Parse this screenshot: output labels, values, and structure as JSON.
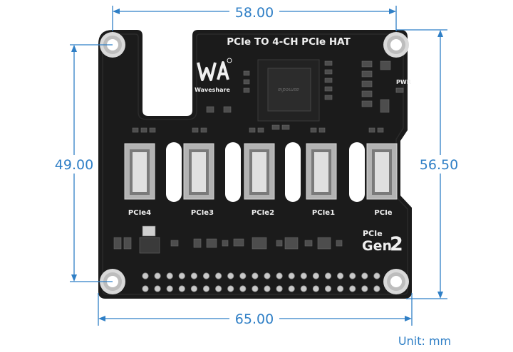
{
  "dimensions": {
    "top_width": "58.00",
    "bottom_width": "65.00",
    "left_height": "49.00",
    "right_height": "56.50",
    "unit_note": "Unit: mm"
  },
  "board": {
    "title": "PCIe TO 4-CH PCIe HAT",
    "brand": "Waveshare",
    "chip_marking": "asmedia",
    "pwr_label": "PWR",
    "connectors": [
      {
        "label": "PCIe4"
      },
      {
        "label": "PCIe3"
      },
      {
        "label": "PCIe2"
      },
      {
        "label": "PCIe1"
      },
      {
        "label": "PCIe"
      }
    ],
    "gen_small": "PCIe",
    "gen_big": "Gen",
    "gen_num": "2"
  },
  "colors": {
    "dimension": "#2f7fc6",
    "board": "#1b1b1b",
    "silkscreen": "#f0f0f0",
    "pin": "#c9c9c9"
  }
}
